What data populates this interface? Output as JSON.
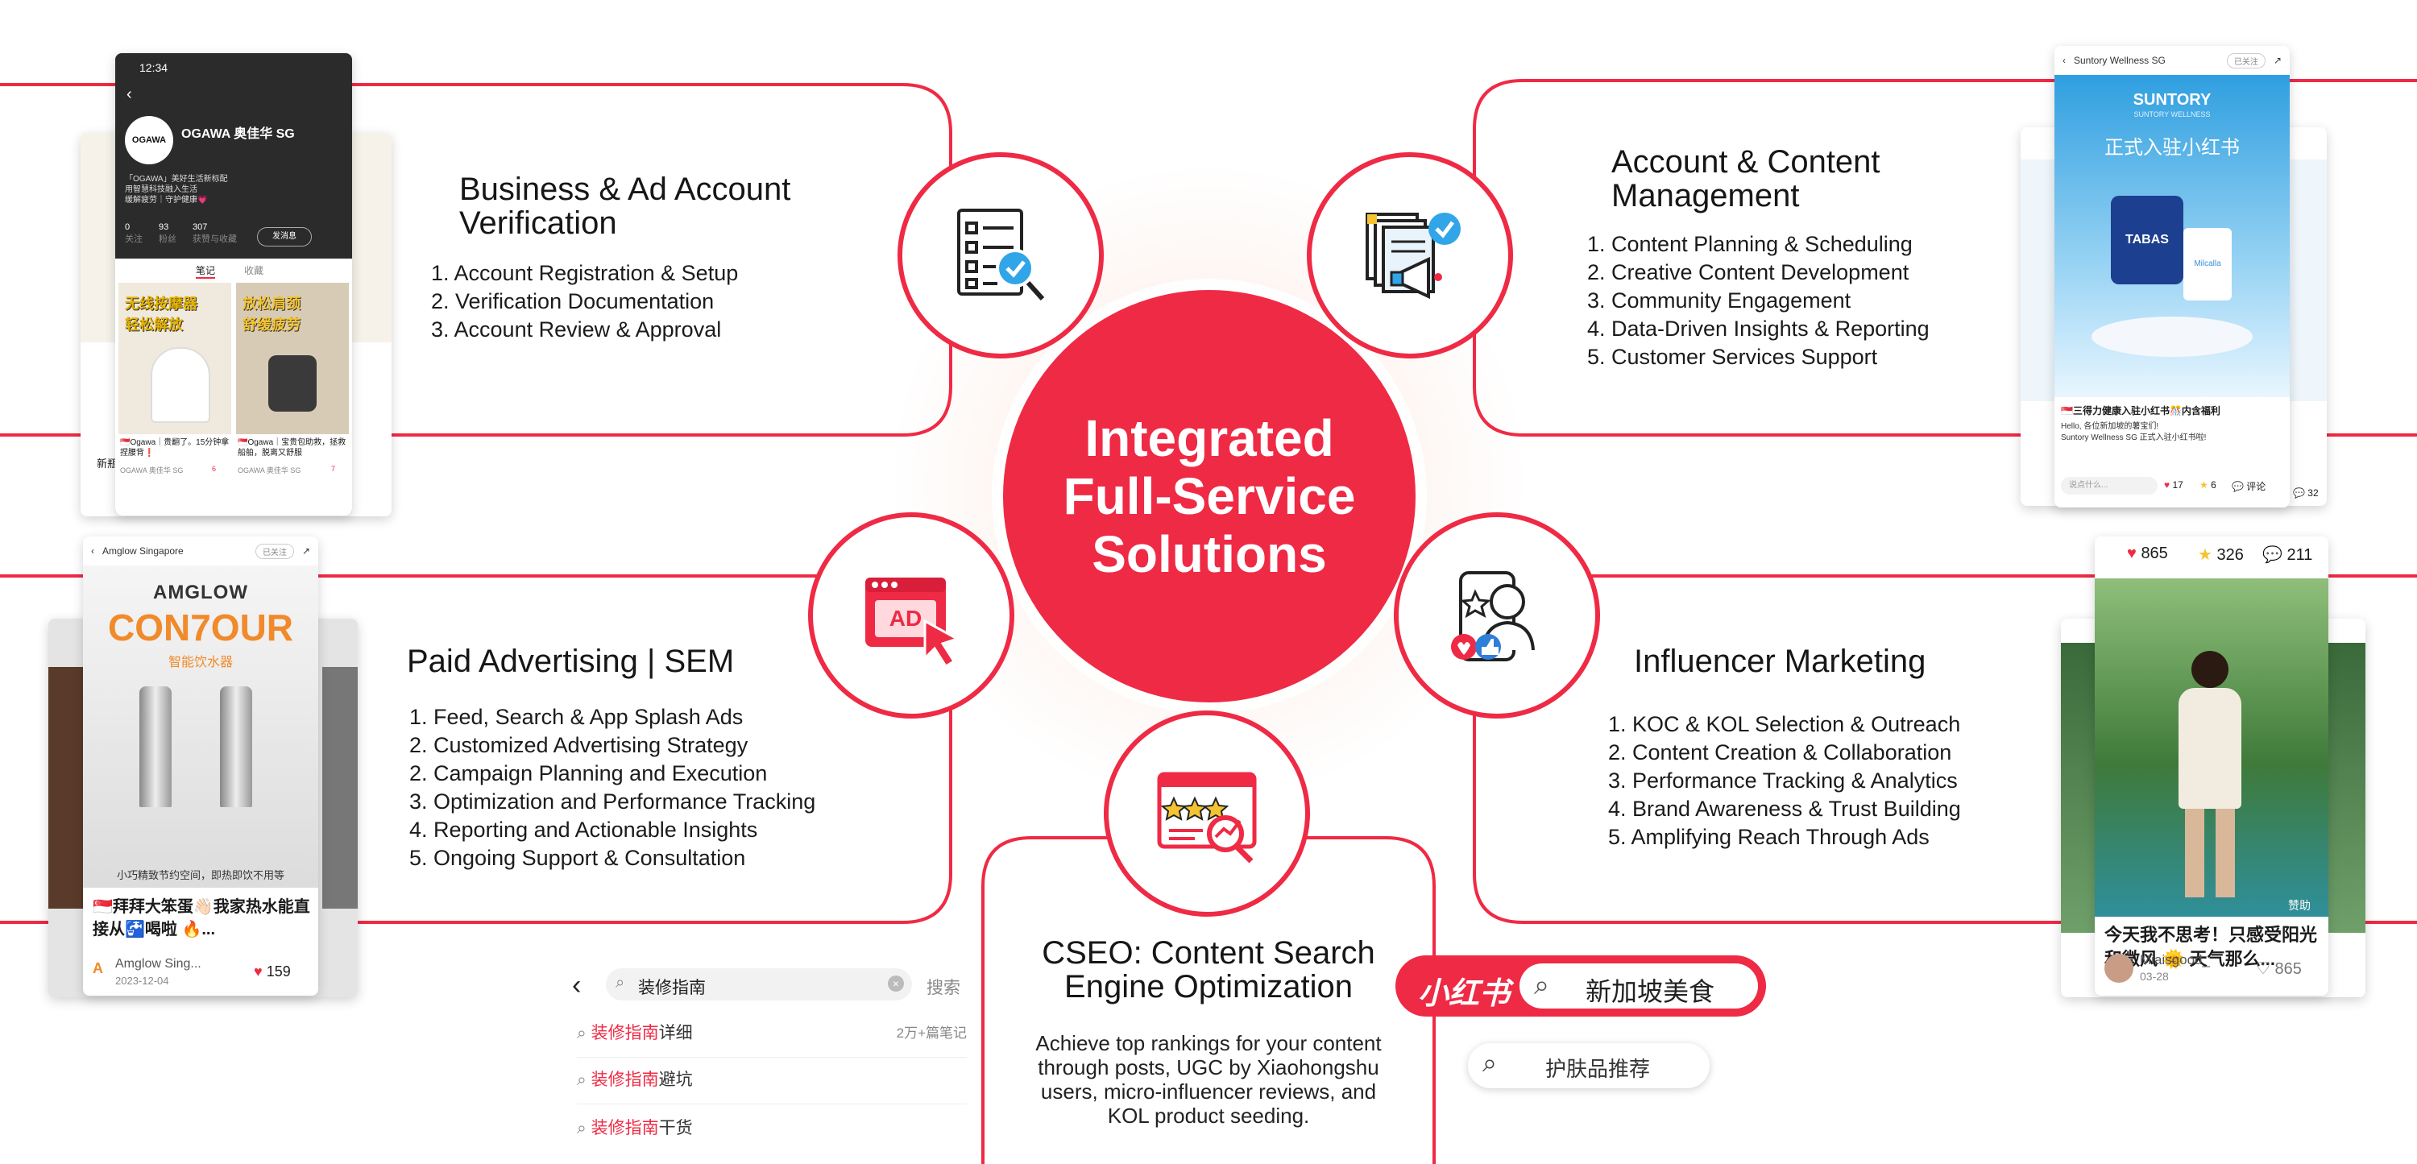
{
  "center": {
    "title": "Integrated\nFull-Service\nSolutions"
  },
  "colors": {
    "brand_red": "#ef2a45",
    "background": "#ffffff",
    "text": "#1b1b1b"
  },
  "sections": {
    "business": {
      "title": "Business & Ad Account\nVerification",
      "items": [
        "1.  Account Registration & Setup",
        "2.  Verification Documentation",
        "3.  Account Review & Approval"
      ]
    },
    "account": {
      "title": "Account & Content\nManagement",
      "items": [
        "1.  Content Planning & Scheduling",
        "2. Creative Content Development",
        "3. Community Engagement",
        "4. Data-Driven Insights & Reporting",
        "5. Customer Services Support"
      ]
    },
    "paid": {
      "title": "Paid Advertising | SEM",
      "items": [
        "1.  Feed, Search & App Splash Ads",
        "2. Customized Advertising Strategy",
        "2. Campaign Planning and Execution",
        "3. Optimization and Performance Tracking",
        "4. Reporting and Actionable Insights",
        "5. Ongoing Support & Consultation"
      ]
    },
    "influencer": {
      "title": "Influencer Marketing",
      "items": [
        "1.  KOC & KOL Selection & Outreach",
        "2. Content Creation & Collaboration",
        "3. Performance Tracking & Analytics",
        "4. Brand Awareness & Trust Building",
        "5. Amplifying Reach Through Ads"
      ]
    },
    "cseo": {
      "title": "CSEO: Content Search\nEngine Optimization",
      "body": "Achieve top rankings for your content\nthrough posts, UGC by Xiaohongshu\nusers, micro-influencer reviews, and\nKOL product seeding."
    }
  },
  "icons": {
    "business": "checklist-magnifier-icon",
    "account": "documents-megaphone-icon",
    "paid": "ad-window-cursor-icon",
    "influencer": "influencer-phone-icon",
    "cseo": "rating-search-icon"
  },
  "search_mock": {
    "query": "装修指南",
    "search_label": "搜索",
    "suggestions": [
      {
        "kw": "装修指南",
        "rest": "详细",
        "meta": "2万+篇笔记"
      },
      {
        "kw": "装修指南",
        "rest": "避坑",
        "meta": ""
      },
      {
        "kw": "装修指南",
        "rest": "干货",
        "meta": ""
      }
    ]
  },
  "xhs": {
    "logo": "小红书",
    "query": "新加坡美食",
    "secondary_query": "护肤品推荐"
  },
  "phones": {
    "ogawa": {
      "time": "12:34",
      "name": "OGAWA 奥佳华 SG",
      "logo": "OGAWA",
      "bio": "「OGAWA」美好生活新标配\n用智慧科技融入生活\n缓解疲劳｜守护健康💗",
      "stats": [
        {
          "n": "0",
          "l": "关注"
        },
        {
          "n": "93",
          "l": "粉丝"
        },
        {
          "n": "307",
          "l": "获赞与收藏"
        }
      ],
      "btn": "发消息",
      "tab1": "笔记",
      "tab2": "收藏",
      "tile1": "无线按摩器\n轻松解放",
      "tile2": "放松肩颈\n舒缓疲劳",
      "post1": "🇸🇬Ogawa｜贵翻了。15分钟拿捏腰背❗",
      "post2": "🇸🇬Ogawa｜宝贵包助救，拯救船舶，脱离又舒服",
      "author": "OGAWA 奥佳华 SG",
      "likes1": "6",
      "likes2": "7",
      "back_title": "新瓶"
    },
    "amglow": {
      "name": "Amglow Singapore",
      "follow": "已关注",
      "brand": "AMGLOW",
      "product": "CON7OUR",
      "sub": "智能饮水器",
      "tagline": "小巧精致节约空间，即热即饮不用等",
      "title": "🇸🇬拜拜大笨蛋👋🏻我家热水能直接从🚰喝啦 🔥...",
      "author": "Amglow Sing...",
      "date": "2023-12-04",
      "likes": "159"
    },
    "suntory": {
      "name": "Suntory Wellness SG",
      "follow": "已关注",
      "brand": "SUNTORY",
      "sub": "SUNTORY WELLNESS",
      "headline": "正式入驻小红书",
      "product": "TABAS",
      "product2": "Milcalla",
      "caption": "🇸🇬三得力健康入驻小红书🎊内含福利",
      "body": "Hello, 各位新加坡的薯宝们!\nSuntory Wellness SG 正式入驻小红书啦!",
      "placeholder": "说点什么...",
      "likes": "17",
      "stars": "6",
      "comment_label": "评论",
      "comments": "32"
    },
    "influencer": {
      "likes": "865",
      "stars": "326",
      "comments": "211",
      "caption": "今天我不思考！只感受阳光和微风 🌞 天气那么...",
      "author": "Miaisgood_",
      "date": "03-28",
      "hearts": "865",
      "badge": "赞助"
    }
  }
}
